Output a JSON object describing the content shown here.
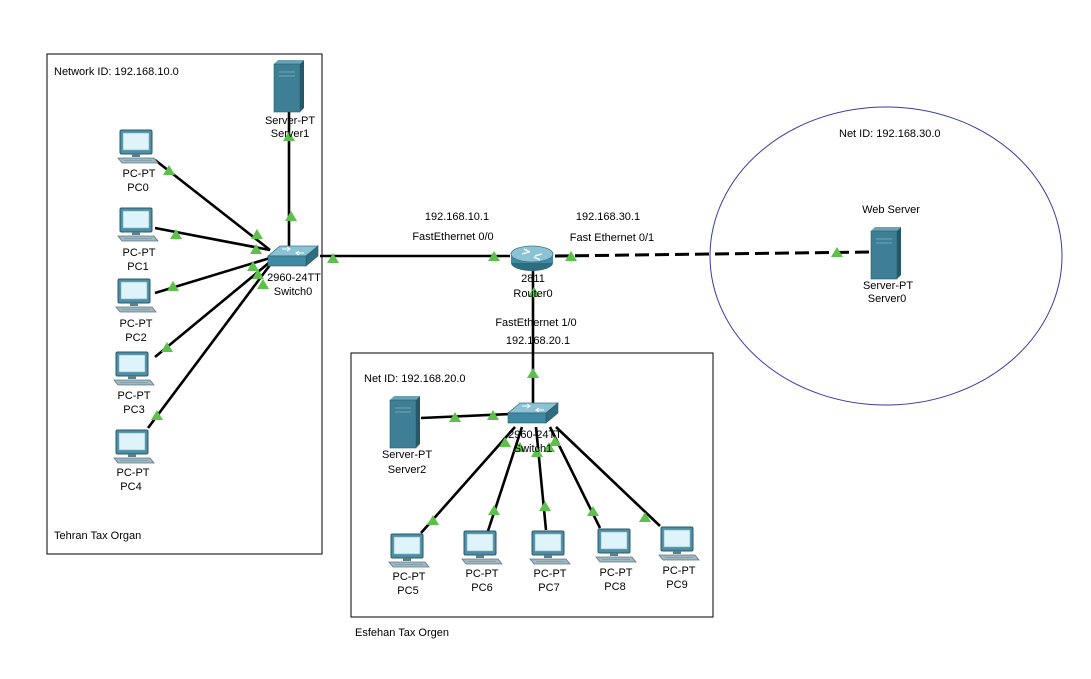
{
  "areas": {
    "tehran": {
      "net_id": "Network ID: 192.168.10.0",
      "label": "Tehran Tax Organ"
    },
    "esfehan": {
      "net_id": "Net ID: 192.168.20.0",
      "label": "Esfehan Tax Orgen"
    },
    "web": {
      "net_id": "Net ID: 192.168.30.0",
      "label": "Web Server"
    }
  },
  "devices": {
    "server1": {
      "model": "Server-PT",
      "name": "Server1",
      "icon": "server-icon"
    },
    "server2": {
      "model": "Server-PT",
      "name": "Server2",
      "icon": "server-icon"
    },
    "server0": {
      "model": "Server-PT",
      "name": "Server0",
      "icon": "server-icon"
    },
    "switch0": {
      "model": "2960-24TT",
      "name": "Switch0",
      "icon": "switch-icon"
    },
    "switch1": {
      "model": "2960-24TT",
      "name": "Switch1",
      "icon": "switch-icon"
    },
    "router0": {
      "model": "2811",
      "name": "Router0",
      "icon": "router-icon"
    },
    "pcs": [
      {
        "model": "PC-PT",
        "name": "PC0"
      },
      {
        "model": "PC-PT",
        "name": "PC1"
      },
      {
        "model": "PC-PT",
        "name": "PC2"
      },
      {
        "model": "PC-PT",
        "name": "PC3"
      },
      {
        "model": "PC-PT",
        "name": "PC4"
      },
      {
        "model": "PC-PT",
        "name": "PC5"
      },
      {
        "model": "PC-PT",
        "name": "PC6"
      },
      {
        "model": "PC-PT",
        "name": "PC7"
      },
      {
        "model": "PC-PT",
        "name": "PC8"
      },
      {
        "model": "PC-PT",
        "name": "PC9"
      }
    ]
  },
  "router_interfaces": {
    "fa00": {
      "ip": "192.168.10.1",
      "name": "FastEthernet 0/0"
    },
    "fa01": {
      "ip": "192.168.30.1",
      "name": "Fast Ethernet 0/1"
    },
    "fa10": {
      "ip": "192.168.20.1",
      "name": "FastEthernet 1/0"
    }
  },
  "colors": {
    "link_status": "#5cc04a",
    "device": "#3f7f95",
    "web_area_outline": "#3a3aa8"
  }
}
